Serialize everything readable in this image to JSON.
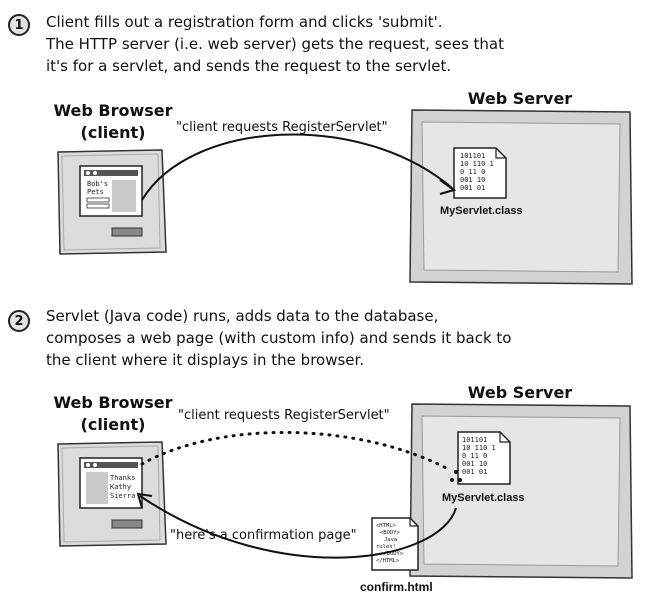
{
  "step1": {
    "number": "1",
    "lines": [
      "Client fills out a registration form and clicks 'submit'.",
      "The HTTP server (i.e. web server) gets the request, sees that",
      "it's for a servlet, and sends the request to the servlet."
    ],
    "browser_label_line1": "Web Browser",
    "browser_label_line2": "(client)",
    "server_label": "Web Server",
    "arrow_label": "\"client requests RegisterServlet\"",
    "screen_text": [
      "Bob's",
      "Pets"
    ],
    "class_file": "MyServlet.class",
    "binary": [
      "101101",
      "10 110 1",
      "0 11 0",
      "001 10",
      "001 01"
    ]
  },
  "step2": {
    "number": "2",
    "lines": [
      "Servlet (Java code) runs, adds data to the database,",
      "composes a web page (with custom info) and sends it back to",
      "the client where it displays in the browser."
    ],
    "browser_label_line1": "Web Browser",
    "browser_label_line2": "(client)",
    "server_label": "Web Server",
    "request_label": "\"client requests RegisterServlet\"",
    "response_label": "\"here's a confirmation page\"",
    "screen_text": [
      "Thanks",
      "Kathy",
      "Sierra"
    ],
    "class_file": "MyServlet.class",
    "binary": [
      "101101",
      "10 110 1",
      "0 11 0",
      "001 10",
      "001 01"
    ],
    "html_file": "confirm.html",
    "html_lines": [
      "<HTML>",
      "<BODY>",
      "Java",
      "rules!",
      "</BODY>",
      "</HTML>"
    ]
  }
}
